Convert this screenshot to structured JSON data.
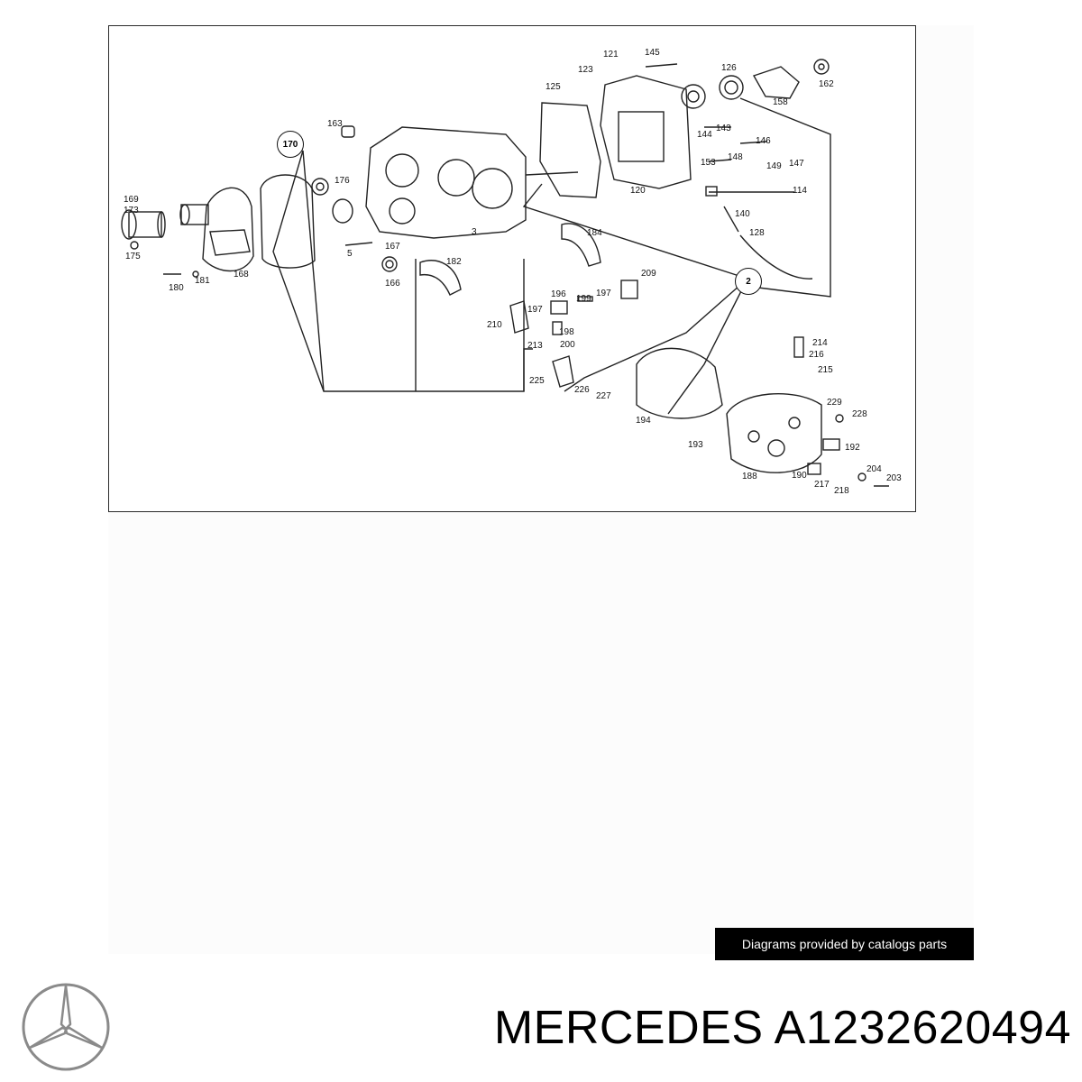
{
  "diagram": {
    "callouts": [
      {
        "id": "170",
        "circled": true
      },
      {
        "id": "2",
        "circled": true
      },
      {
        "id": "169"
      },
      {
        "id": "173"
      },
      {
        "id": "175"
      },
      {
        "id": "180"
      },
      {
        "id": "181"
      },
      {
        "id": "168"
      },
      {
        "id": "163"
      },
      {
        "id": "176"
      },
      {
        "id": "5"
      },
      {
        "id": "167"
      },
      {
        "id": "166"
      },
      {
        "id": "3"
      },
      {
        "id": "182"
      },
      {
        "id": "184"
      },
      {
        "id": "125"
      },
      {
        "id": "123"
      },
      {
        "id": "121"
      },
      {
        "id": "145"
      },
      {
        "id": "126"
      },
      {
        "id": "162"
      },
      {
        "id": "158"
      },
      {
        "id": "143"
      },
      {
        "id": "144"
      },
      {
        "id": "146"
      },
      {
        "id": "153"
      },
      {
        "id": "148"
      },
      {
        "id": "149"
      },
      {
        "id": "147"
      },
      {
        "id": "120"
      },
      {
        "id": "114"
      },
      {
        "id": "140"
      },
      {
        "id": "128"
      },
      {
        "id": "209"
      },
      {
        "id": "196"
      },
      {
        "id": "199"
      },
      {
        "id": "197"
      },
      {
        "id": "197"
      },
      {
        "id": "198"
      },
      {
        "id": "210"
      },
      {
        "id": "213"
      },
      {
        "id": "200"
      },
      {
        "id": "225"
      },
      {
        "id": "226"
      },
      {
        "id": "227"
      },
      {
        "id": "214"
      },
      {
        "id": "216"
      },
      {
        "id": "215"
      },
      {
        "id": "194"
      },
      {
        "id": "229"
      },
      {
        "id": "228"
      },
      {
        "id": "193"
      },
      {
        "id": "192"
      },
      {
        "id": "188"
      },
      {
        "id": "190"
      },
      {
        "id": "217"
      },
      {
        "id": "218"
      },
      {
        "id": "204"
      },
      {
        "id": "203"
      }
    ]
  },
  "credit_badge": {
    "text": "Diagrams provided by catalogs parts"
  },
  "brand": {
    "logo_icon": "three-pointed-star-icon",
    "color": "#8a8a8a"
  },
  "title": {
    "text": "MERCEDES A1232620494"
  }
}
